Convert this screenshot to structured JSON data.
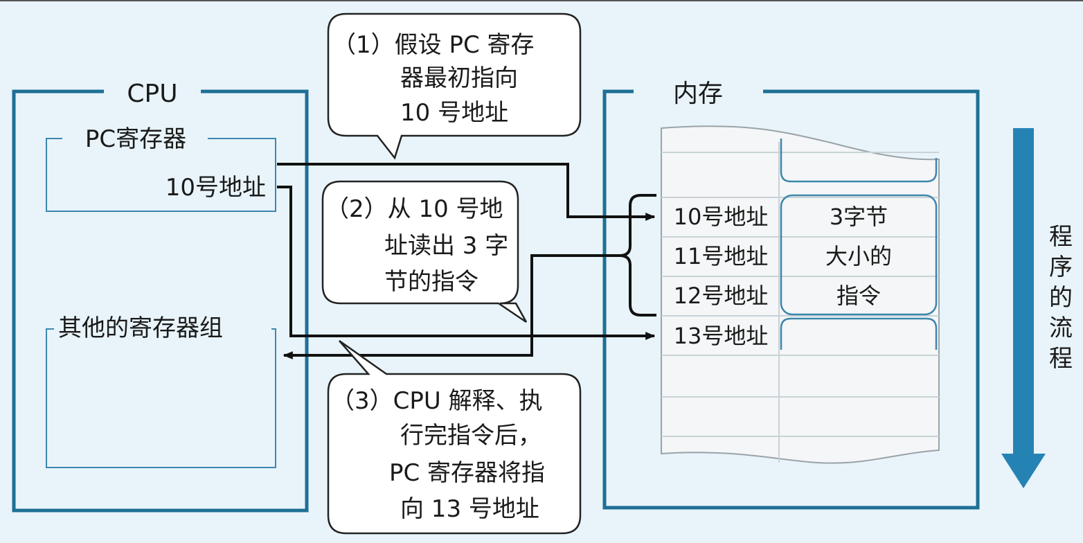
{
  "cpu": {
    "title": "CPU",
    "pc_register": {
      "title": "PC寄存器",
      "value": "10号地址"
    },
    "other_registers": {
      "title": "其他的寄存器组"
    }
  },
  "memory": {
    "title": "内存",
    "rows": [
      "10号地址",
      "11号地址",
      "12号地址",
      "13号地址"
    ],
    "instruction": [
      "3字节",
      "大小的",
      "指令"
    ]
  },
  "callouts": {
    "step1": [
      "（1）假设 PC 寄存",
      "器最初指向",
      "10 号地址"
    ],
    "step2": [
      "（2）从 10 号地",
      "址读出 3 字",
      "节的指令"
    ],
    "step3": [
      "（3）CPU 解释、执",
      "行完指令后，",
      "PC 寄存器将指",
      "向 13 号地址"
    ]
  },
  "flow_label": [
    "程",
    "序",
    "的",
    "流",
    "程"
  ],
  "colors": {
    "frame": "#1e6f95",
    "inner": "#3d86ad",
    "arrow": "#2583b3",
    "background": "#e8f4fa",
    "paper": "#f4f6f7"
  }
}
